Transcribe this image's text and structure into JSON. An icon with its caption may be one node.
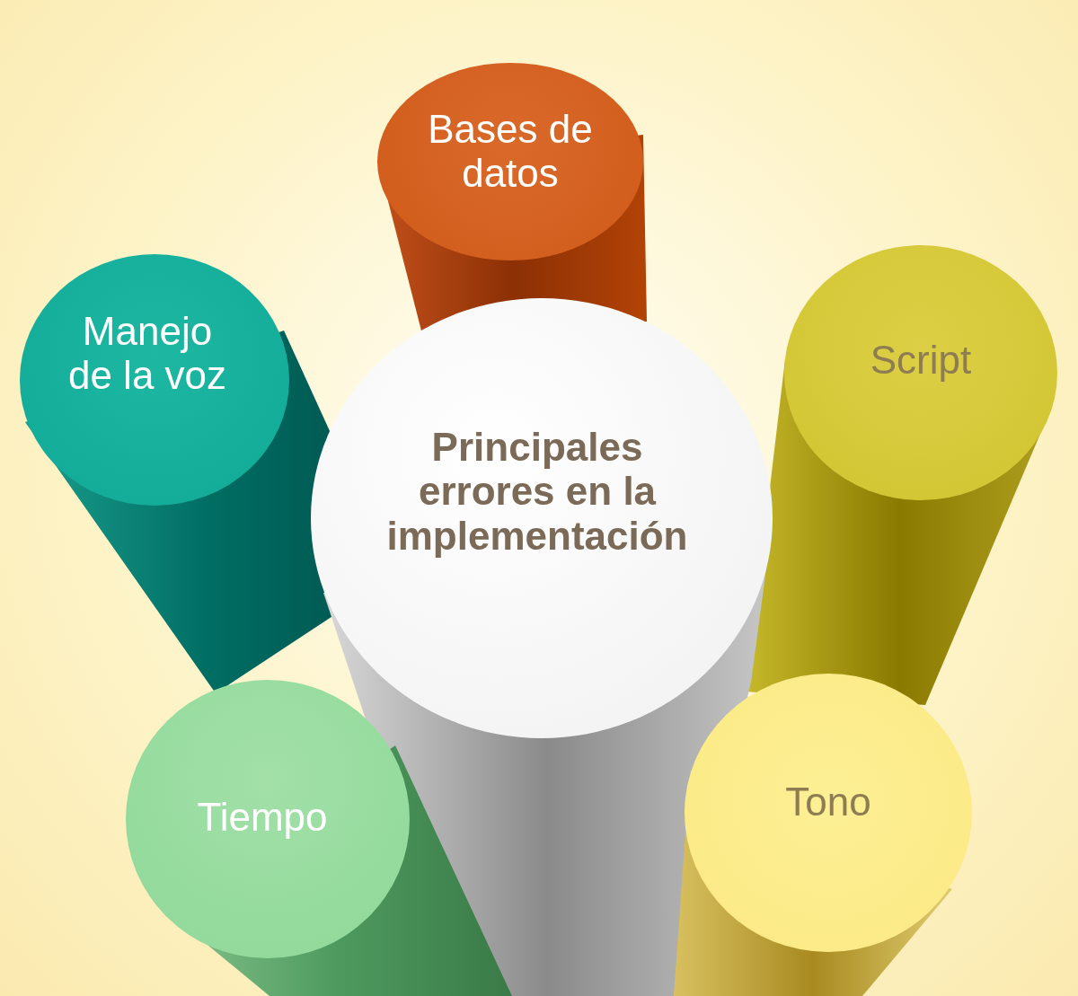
{
  "diagram": {
    "nodes": [
      {
        "text": [
          "Bases de datos"
        ]
      },
      {
        "text": [
          "Manejo de la voz"
        ]
      },
      {
        "text": [
          "Principales errores en la implementación"
        ]
      },
      {
        "text": [
          "Script"
        ]
      },
      {
        "text": [
          "Tiempo"
        ]
      },
      {
        "text": [
          "Tono"
        ]
      }
    ]
  }
}
